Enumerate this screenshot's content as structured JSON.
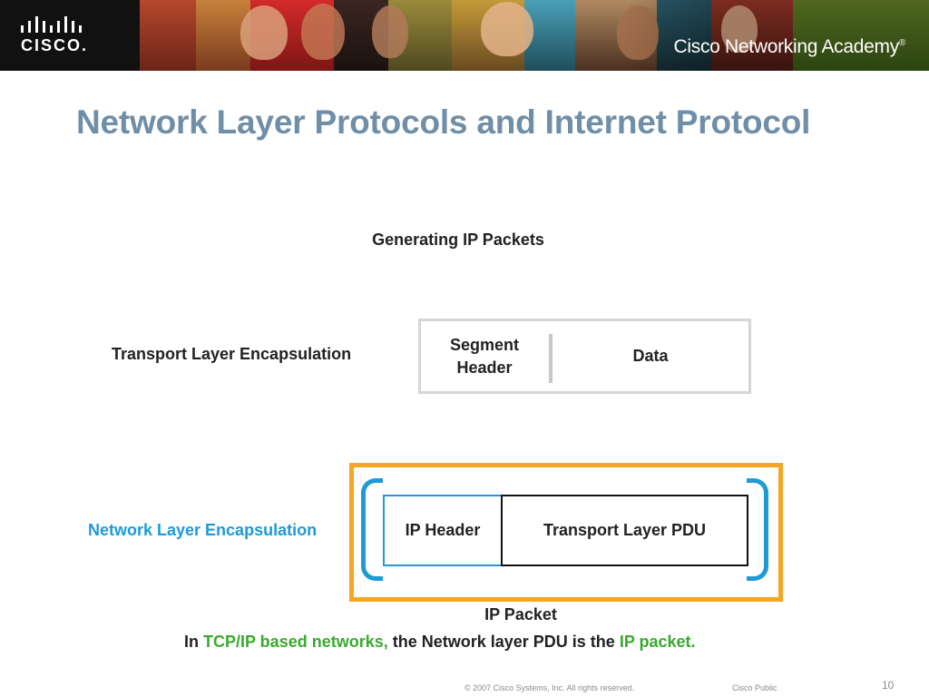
{
  "banner": {
    "logo_text": "CISCO.",
    "academy_title": "Cisco Networking Academy",
    "academy_mark": "®"
  },
  "slide": {
    "title": "Network Layer Protocols and Internet Protocol"
  },
  "diagram": {
    "title": "Generating IP Packets",
    "transport": {
      "label": "Transport Layer Encapsulation",
      "segment_header": "Segment Header",
      "data": "Data"
    },
    "network": {
      "label": "Network Layer Encapsulation",
      "ip_header": "IP Header",
      "transport_pdu": "Transport Layer PDU",
      "packet_caption": "IP Packet"
    },
    "sentence": {
      "part1": "In ",
      "part2": "TCP/IP based networks,",
      "part3": " the Network layer PDU is the ",
      "part4": "IP packet."
    }
  },
  "footer": {
    "copyright": "© 2007 Cisco Systems, Inc. All rights reserved.",
    "classification": "Cisco Public",
    "page_number": "10"
  },
  "colors": {
    "title": "#6f8ea8",
    "network_blue": "#1e9ad6",
    "packet_orange": "#f5a623",
    "highlight_green": "#3aa92f",
    "segment_border": "#d5d5d5"
  }
}
